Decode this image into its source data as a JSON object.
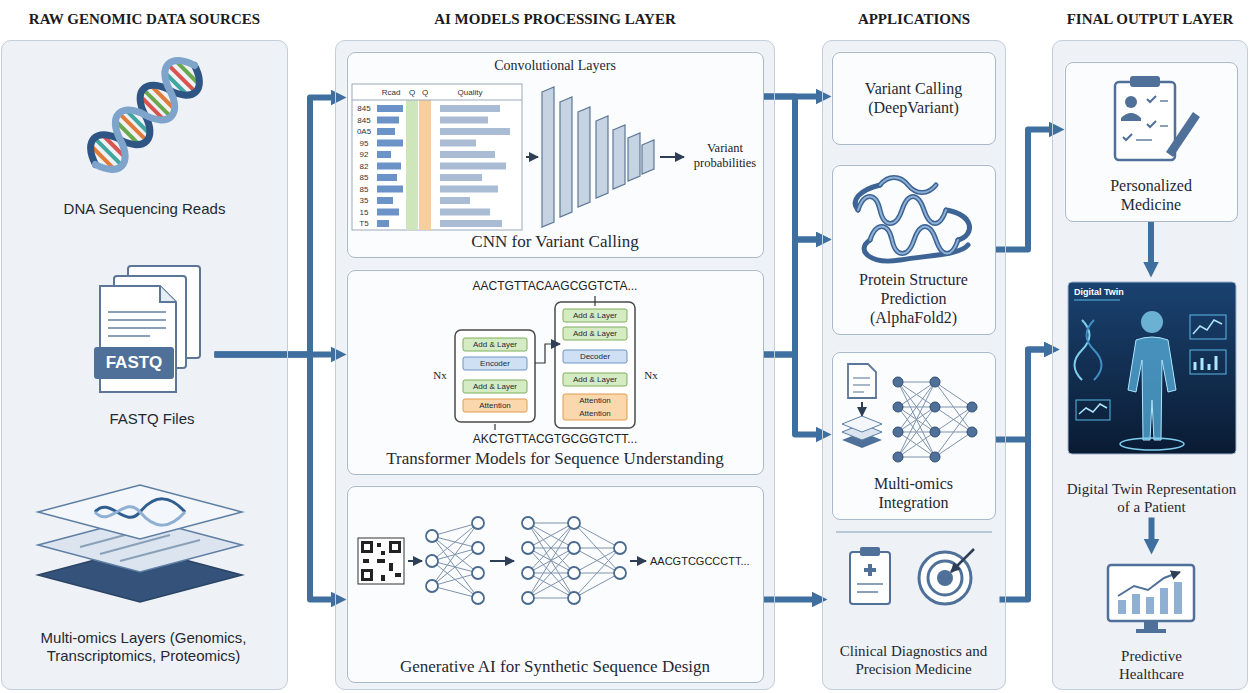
{
  "diagram": {
    "nodes": [
      {
        "text": [
          "RAW GENOMIC DATA SOURCES"
        ]
      },
      {
        "text": [
          "DNA Sequencing Reads"
        ],
        "in": 0
      },
      {
        "text": [
          "FASTQ Files"
        ],
        "in": 0
      },
      {
        "text": [
          "Multi-omics Layers (Genomics, Transcriptomics, Proteomics)"
        ],
        "in": 0
      },
      {
        "text": [
          "AI MODELS PROCESSING LAYER"
        ]
      },
      {
        "text": [
          "Convolutional Layers",
          "CNN for Variant Calling"
        ],
        "in": 4
      },
      {
        "text": [
          "Transformer Models for Sequence Understanding"
        ],
        "in": 4
      },
      {
        "text": [
          "Generative AI for Synthetic Sequence Design"
        ],
        "in": 4
      },
      {
        "text": [
          "APPLICATIONS"
        ]
      },
      {
        "text": [
          "Variant Calling (DeepVariant)"
        ],
        "in": 8
      },
      {
        "text": [
          "Protein Structure Prediction (AlphaFold2)"
        ],
        "in": 8
      },
      {
        "text": [
          "Multi-omics Integration"
        ],
        "in": 8
      },
      {
        "text": [
          "Clinical Diagnostics and Precision Medicine"
        ],
        "in": 8
      },
      {
        "text": [
          "FINAL OUTPUT LAYER"
        ]
      },
      {
        "text": [
          "Personalized Medicine"
        ],
        "in": 13
      },
      {
        "text": [
          "Digital Twin Representation of a Patient"
        ],
        "in": 13
      },
      {
        "text": [
          "Predictive Healthcare"
        ],
        "in": 13
      }
    ],
    "edges": [
      {
        "from": 2,
        "to": 5,
        "arrow": "to"
      },
      {
        "from": 2,
        "to": 6,
        "arrow": "to"
      },
      {
        "from": 2,
        "to": 7,
        "arrow": "to"
      },
      {
        "from": 5,
        "to": 9,
        "arrow": "to"
      },
      {
        "from": 5,
        "to": 10,
        "arrow": "to"
      },
      {
        "from": 6,
        "to": 10,
        "arrow": "to"
      },
      {
        "from": 6,
        "to": 11,
        "arrow": "to"
      },
      {
        "from": 7,
        "to": 12,
        "arrow": "to"
      },
      {
        "from": 10,
        "to": 14,
        "arrow": "to"
      },
      {
        "from": 11,
        "to": 15,
        "arrow": "to"
      },
      {
        "from": 12,
        "to": 15,
        "arrow": "to"
      },
      {
        "from": 14,
        "to": 15,
        "arrow": "to"
      },
      {
        "from": 15,
        "to": 16,
        "arrow": "to"
      }
    ],
    "labels": [
      "FASTQ",
      "Rcad",
      "Q",
      "Q",
      "Quality",
      "845",
      "845",
      "0A5",
      "95",
      "92",
      "82",
      "85",
      "85",
      "35",
      "15",
      "T5",
      "Variant probabilities",
      "AACTGTTACAAGCGGTCTA...",
      "Nx",
      "Add & Layer",
      "Encoder",
      "Add & Layer",
      "Attention",
      "Add & Layer",
      "Add & Layer",
      "Decoder",
      "Add & Layer",
      "Attention Attention",
      "Nx",
      "AKCTGTTACGTGCGGTCTT...",
      "AACGTCGCCCTT...",
      "Digital Twin"
    ]
  }
}
